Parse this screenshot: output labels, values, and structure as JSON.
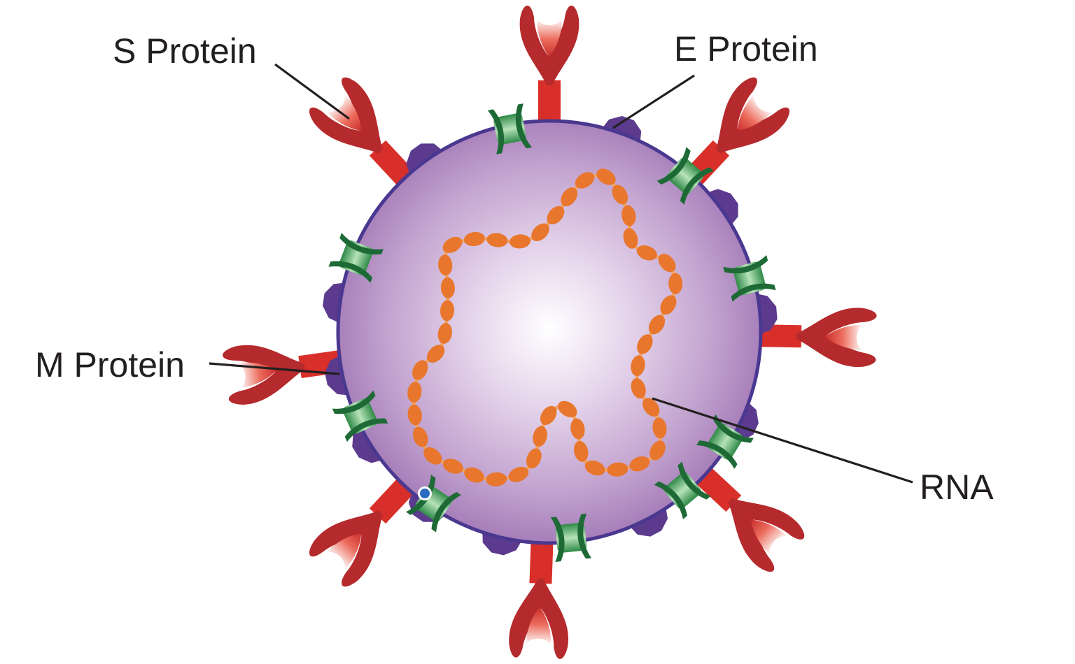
{
  "labels": {
    "s_protein": "S Protein",
    "e_protein": "E Protein",
    "m_protein": "M Protein",
    "rna": "RNA"
  },
  "colors": {
    "spike_red": "#b52a2d",
    "spike_stalk": "#d92f2a",
    "envelope_purple": "#5c3a8e",
    "membrane_green_dark": "#1e6a36",
    "membrane_green_light": "#4fae62",
    "rna_orange": "#e8772d",
    "rna_strand": "#f0a56a",
    "virion_center": "#ffffff",
    "virion_edge": "#a57cb8",
    "outline": "#4a3890",
    "label_text": "#231f20"
  }
}
